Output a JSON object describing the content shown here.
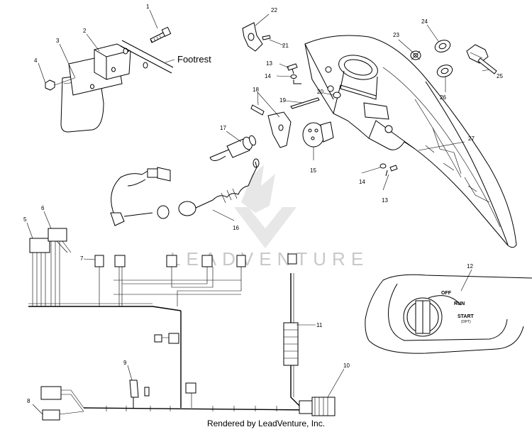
{
  "callouts": [
    "1",
    "2",
    "3",
    "4",
    "5",
    "6",
    "7",
    "8",
    "9",
    "10",
    "11",
    "12",
    "13",
    "14",
    "15",
    "16",
    "17",
    "18",
    "19",
    "20",
    "21",
    "22",
    "23",
    "24",
    "25",
    "26",
    "27"
  ],
  "labels": {
    "footrest": "Footrest",
    "off": "OFF",
    "run": "RUN",
    "start": "START",
    "opt": "(OPT)"
  },
  "watermark": "LEADVENTURE",
  "footer": "Rendered by LeadVenture, Inc."
}
